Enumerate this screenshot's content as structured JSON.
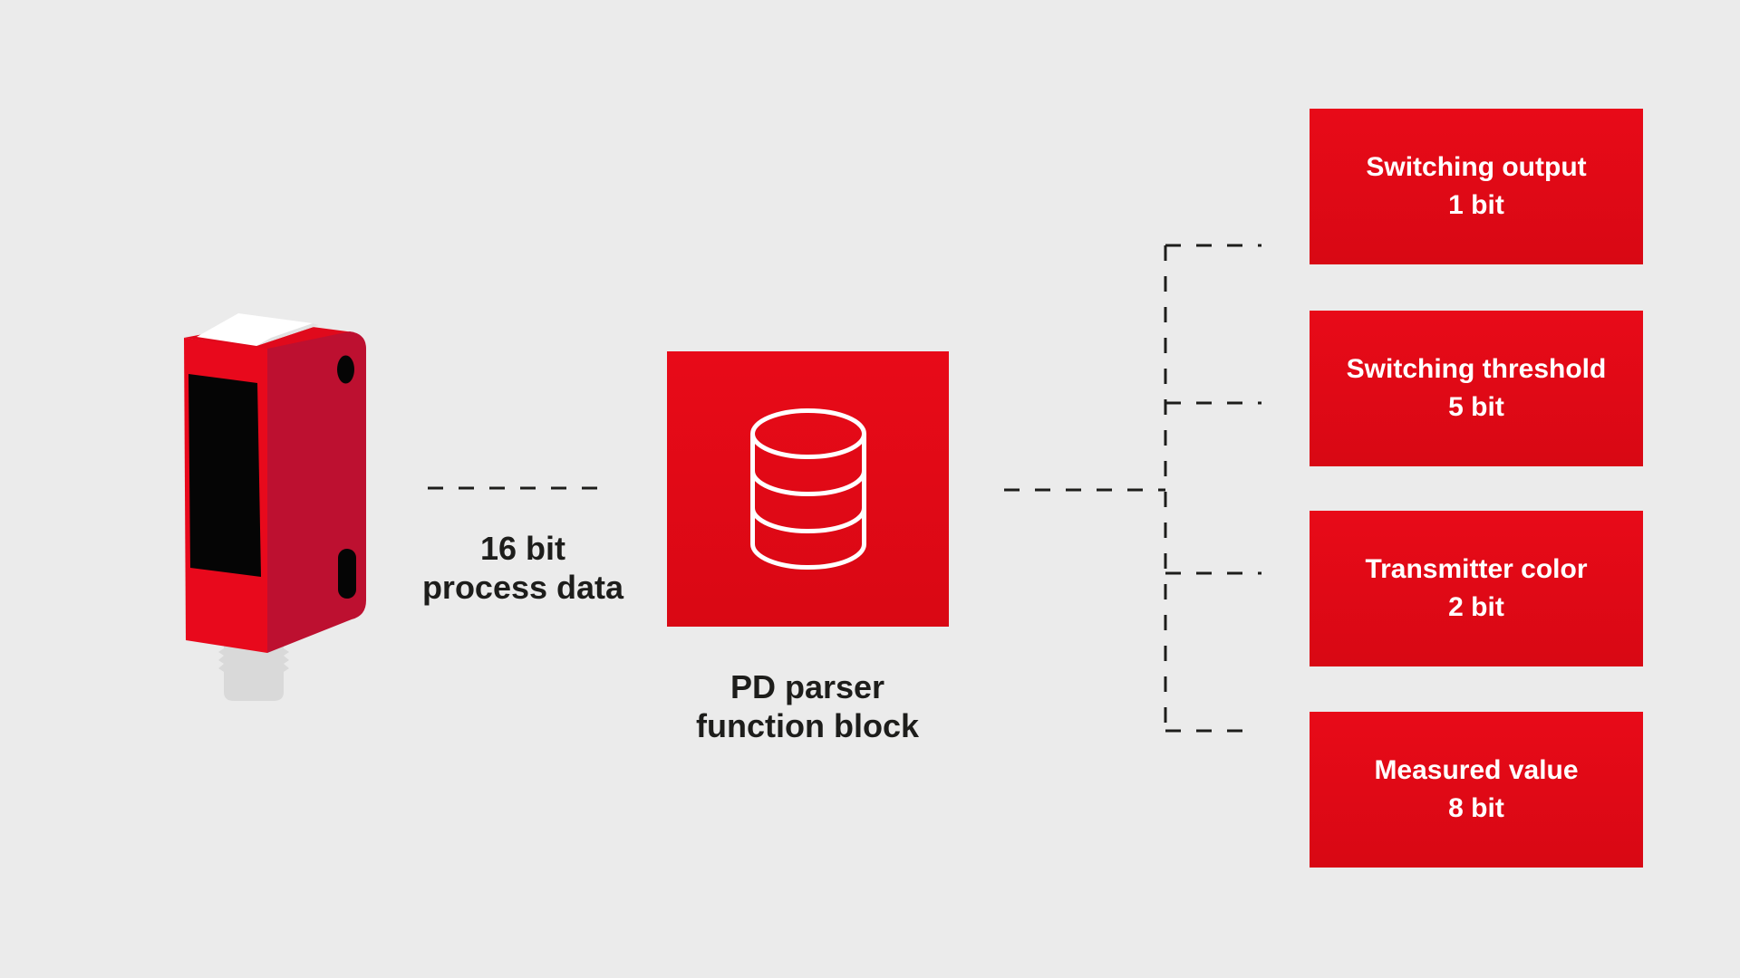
{
  "colors": {
    "background": "#ebebeb",
    "accent_red": "#e30817",
    "line_black": "#1d1d1b",
    "sensor_front_red": "#e8091c",
    "sensor_side_red": "#bd1030",
    "text_white": "#ffffff"
  },
  "sensor": {
    "icon": "color-sensor-illustration"
  },
  "input": {
    "line1": "16 bit",
    "line2": "process data"
  },
  "parser": {
    "icon": "database-icon",
    "line1": "PD parser",
    "line2": "function block"
  },
  "outputs": [
    {
      "title": "Switching output",
      "bits": "1 bit"
    },
    {
      "title": "Switching threshold",
      "bits": "5 bit"
    },
    {
      "title": "Transmitter color",
      "bits": "2 bit"
    },
    {
      "title": "Measured value",
      "bits": "8 bit"
    }
  ]
}
